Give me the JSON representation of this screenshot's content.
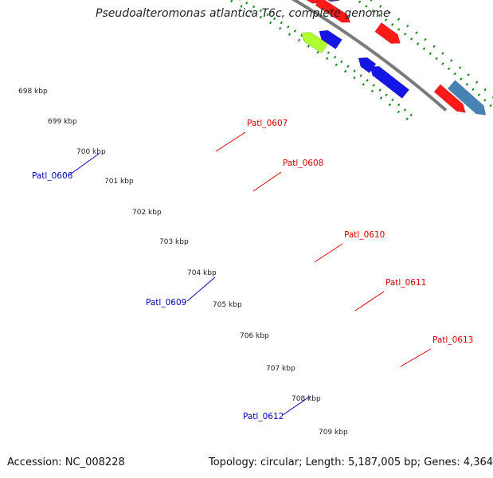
{
  "title": "Pseudoalteromonas atlantica T6c, complete genome",
  "footer": {
    "accession": "Accession: NC_008228",
    "info": "Topology: circular; Length: 5,187,005 bp; Genes: 4,364"
  },
  "ticks": [
    "698 kbp",
    "699 kbp",
    "700 kbp",
    "701 kbp",
    "702 kbp",
    "703 kbp",
    "704 kbp",
    "705 kbp",
    "706 kbp",
    "707 kbp",
    "708 kbp",
    "709 kbp"
  ],
  "gene_labels": [
    "Patl_0606",
    "Patl_0607",
    "Patl_0608",
    "Patl_0609",
    "Patl_0610",
    "Patl_0611",
    "Patl_0612",
    "Patl_0613"
  ],
  "colors": {
    "forward_red": "#ff1a1a",
    "reverse_blue": "#1515e6",
    "gray": "#555555",
    "cyan": "#22f2f2",
    "khaki": "#bdb76b",
    "slate": "#483d8b",
    "lime": "#adff2f",
    "steel": "#4682b4",
    "label_red": "#d40000",
    "label_blue": "#0000b4",
    "tick_green": "#1a8c1a"
  }
}
